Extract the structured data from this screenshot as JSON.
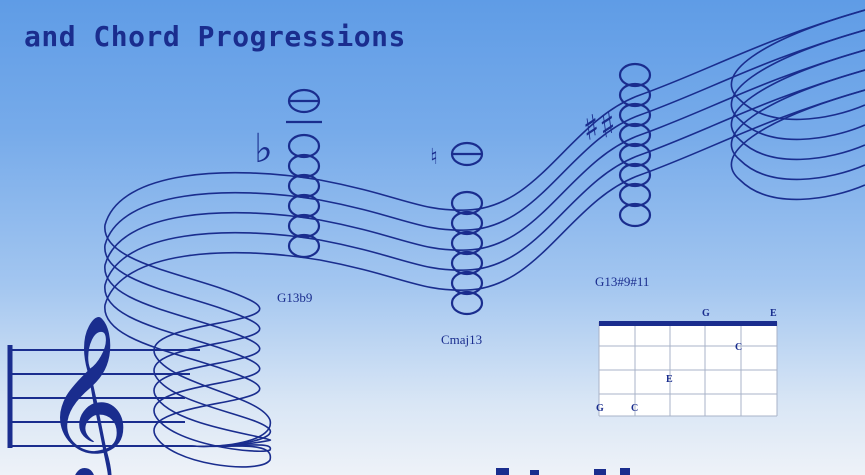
{
  "cover": {
    "subtitle": "and Chord Progressions",
    "chords": [
      {
        "name": "G13b9",
        "accidental": "♭"
      },
      {
        "name": "Cmaj13",
        "accidental": "♮"
      },
      {
        "name": "G13#9#11",
        "accidental": "♯♯"
      }
    ],
    "fretboard": {
      "top_notes": [
        "G",
        "E"
      ],
      "mid_notes": [
        "C",
        "E"
      ],
      "bottom_notes": [
        "G",
        "C"
      ]
    },
    "clef": "𝄞"
  },
  "colors": {
    "ink": "#1a2d8e",
    "sky_top": "#5f9ce6",
    "sky_bottom": "#eef2f8"
  }
}
